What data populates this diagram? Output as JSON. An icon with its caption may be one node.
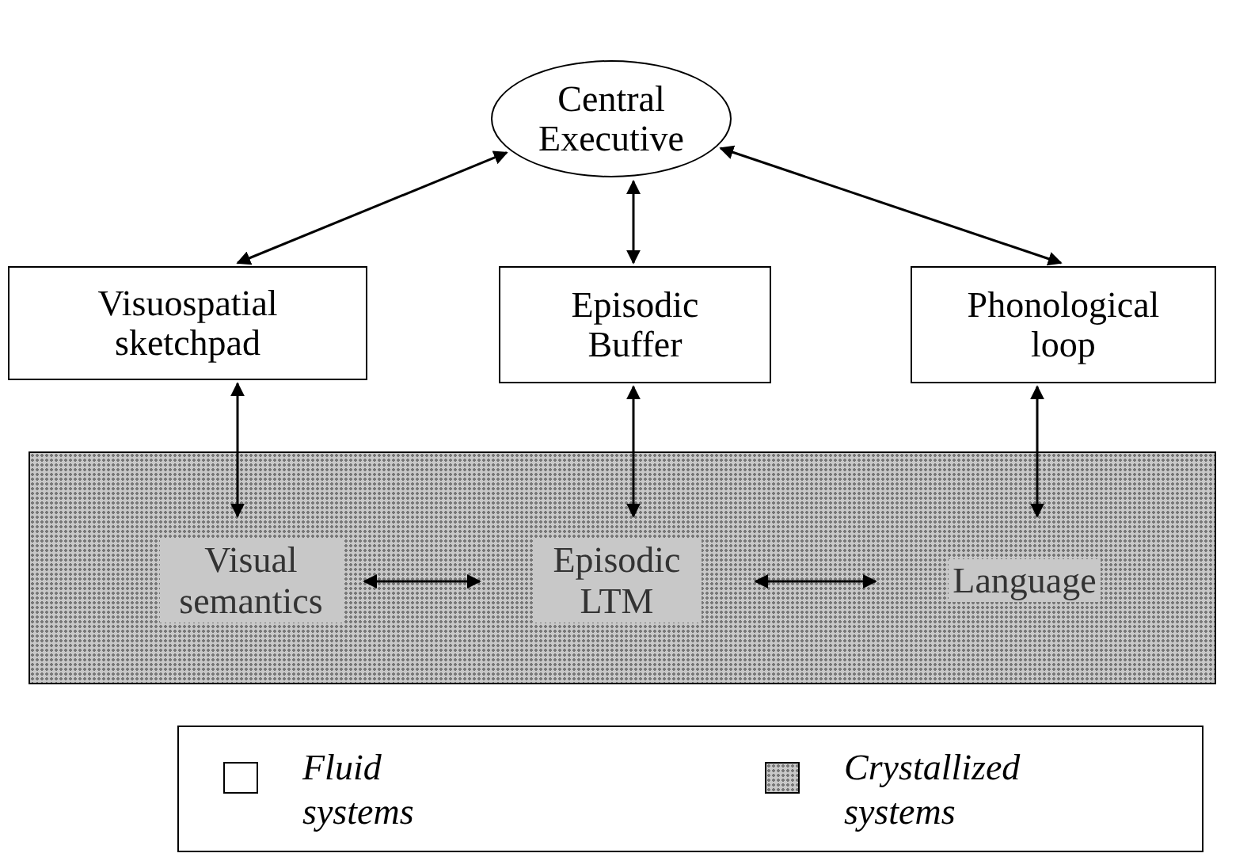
{
  "diagram": {
    "nodes": [
      {
        "text": [
          "Central Executive"
        ]
      },
      {
        "text": [
          "Visuospatial sketchpad"
        ]
      },
      {
        "text": [
          "Episodic Buffer"
        ]
      },
      {
        "text": [
          "Phonological loop"
        ]
      },
      {
        "text": [],
        "shape": "box"
      },
      {
        "text": [
          "Visual semantics"
        ],
        "in": 4
      },
      {
        "text": [
          "Episodic LTM"
        ],
        "in": 4
      },
      {
        "text": [
          "Language"
        ],
        "in": 4
      }
    ],
    "edges": [
      {
        "from": 0,
        "to": 1,
        "arrow": "both"
      },
      {
        "from": 0,
        "to": 2,
        "arrow": "both"
      },
      {
        "from": 0,
        "to": 3,
        "arrow": "both"
      },
      {
        "from": 1,
        "to": 5,
        "arrow": "both"
      },
      {
        "from": 2,
        "to": 6,
        "arrow": "both"
      },
      {
        "from": 3,
        "to": 7,
        "arrow": "both"
      },
      {
        "from": 5,
        "to": 6,
        "arrow": "both"
      },
      {
        "from": 6,
        "to": 7,
        "arrow": "both"
      }
    ],
    "legend": [
      {
        "text": "Fluid systems",
        "color": "#ffffff"
      },
      {
        "text": "Crystallized systems",
        "color": "#c8c8c8"
      }
    ]
  }
}
